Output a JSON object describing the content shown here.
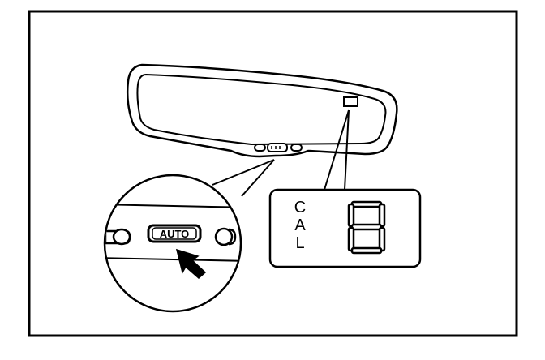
{
  "figure": {
    "mirror_button_label": "AUTO",
    "display": {
      "letters": [
        "C",
        "A",
        "L"
      ],
      "digit": "8"
    }
  },
  "colors": {
    "line": "#000000",
    "background": "#ffffff"
  }
}
